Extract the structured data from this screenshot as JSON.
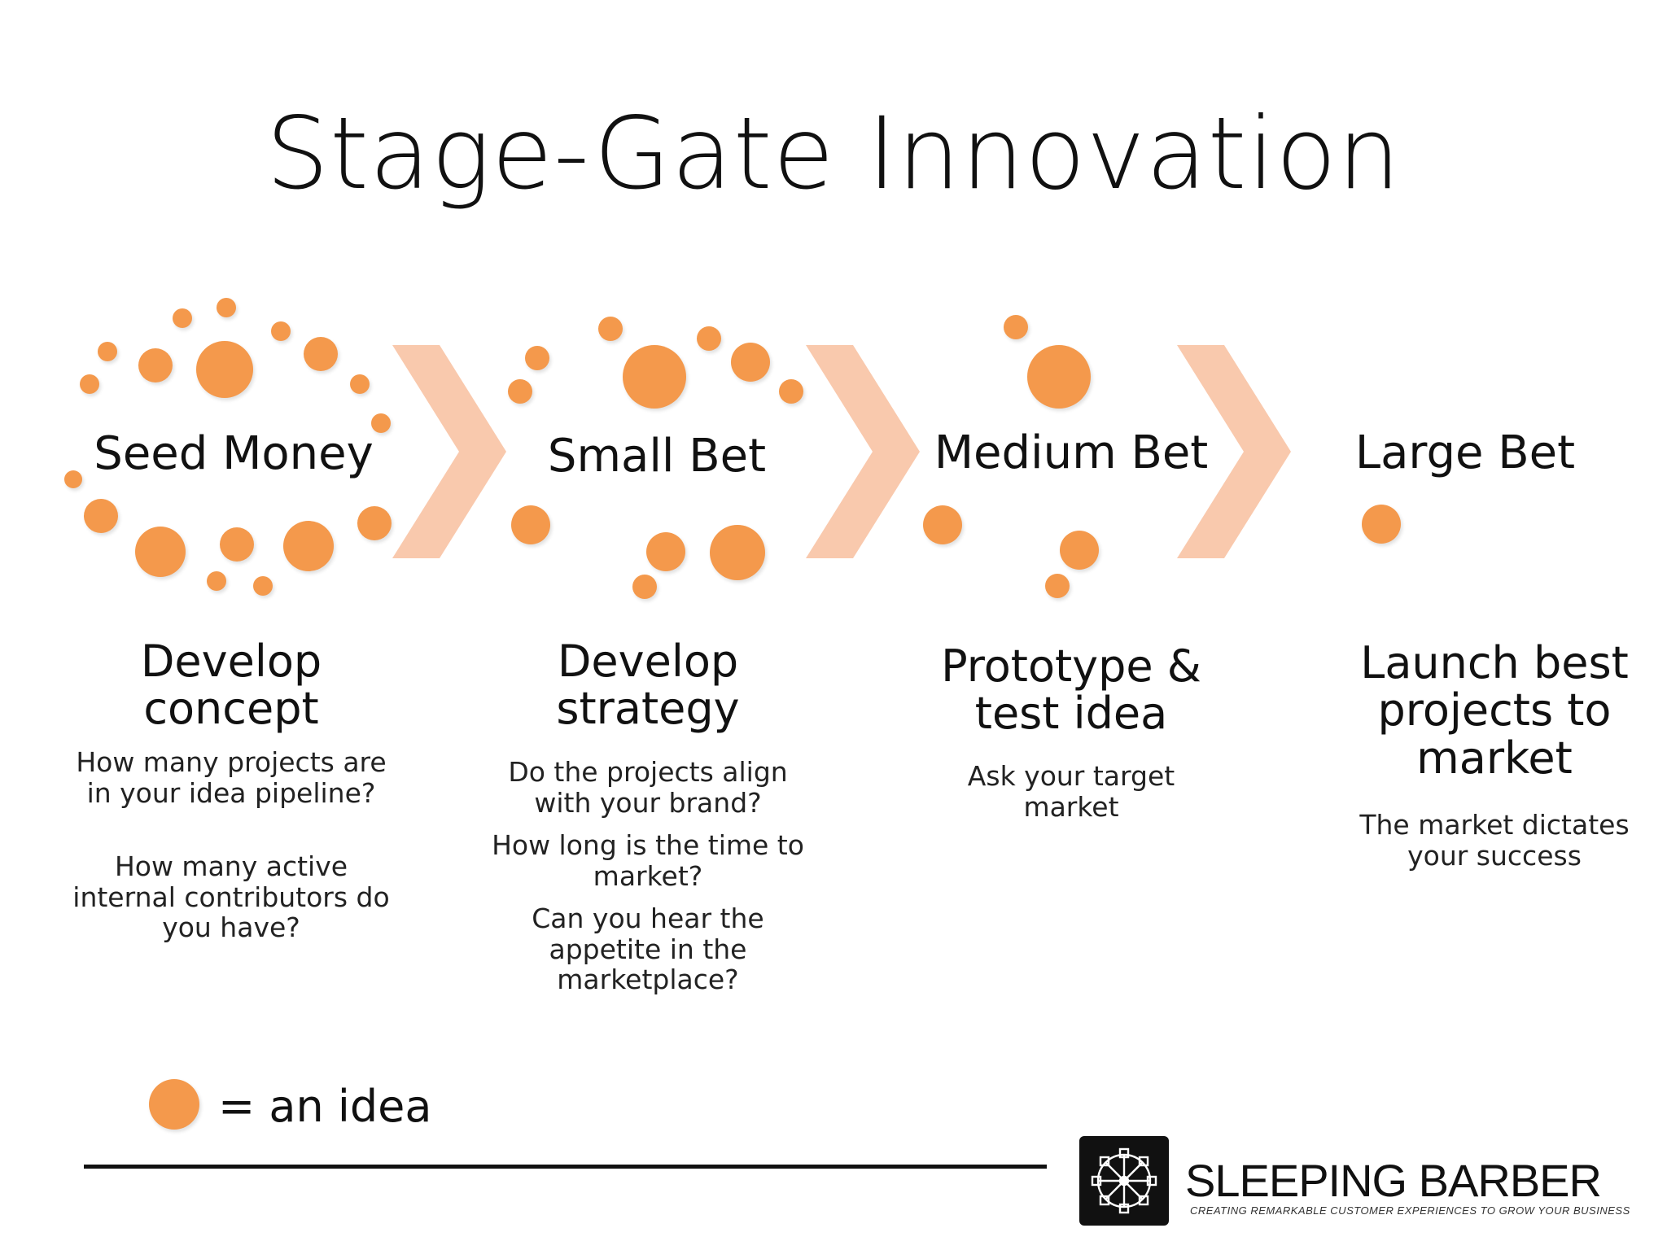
{
  "title": "Stage-Gate Innovation",
  "colors": {
    "idea_dot": "#f4994c",
    "chevron": "#f9c9ad",
    "text": "#111111"
  },
  "stages": [
    {
      "label": "Seed Money",
      "action": [
        "Develop",
        "concept"
      ],
      "questions": [
        "How many projects are in your idea pipeline?",
        "How many active internal contributors do you have?"
      ]
    },
    {
      "label": "Small Bet",
      "action": [
        "Develop",
        "strategy"
      ],
      "questions": [
        "Do the projects align with your brand?",
        "How long is the time to market?",
        "Can you hear the appetite in the marketplace?"
      ]
    },
    {
      "label": "Medium Bet",
      "action": [
        "Prototype &",
        "test idea"
      ],
      "questions": [
        "Ask your target market"
      ]
    },
    {
      "label": "Large Bet",
      "action": [
        "Launch best",
        "projects to",
        "market"
      ],
      "questions": [
        "The market dictates your success"
      ]
    }
  ],
  "legend": {
    "icon": "idea-dot",
    "text": "= an idea"
  },
  "logo": {
    "icon": "network-wheel-icon",
    "name": "SLEEPING BARBER",
    "tagline": "CREATING REMARKABLE CUSTOMER EXPERIENCES TO GROW YOUR BUSINESS"
  }
}
